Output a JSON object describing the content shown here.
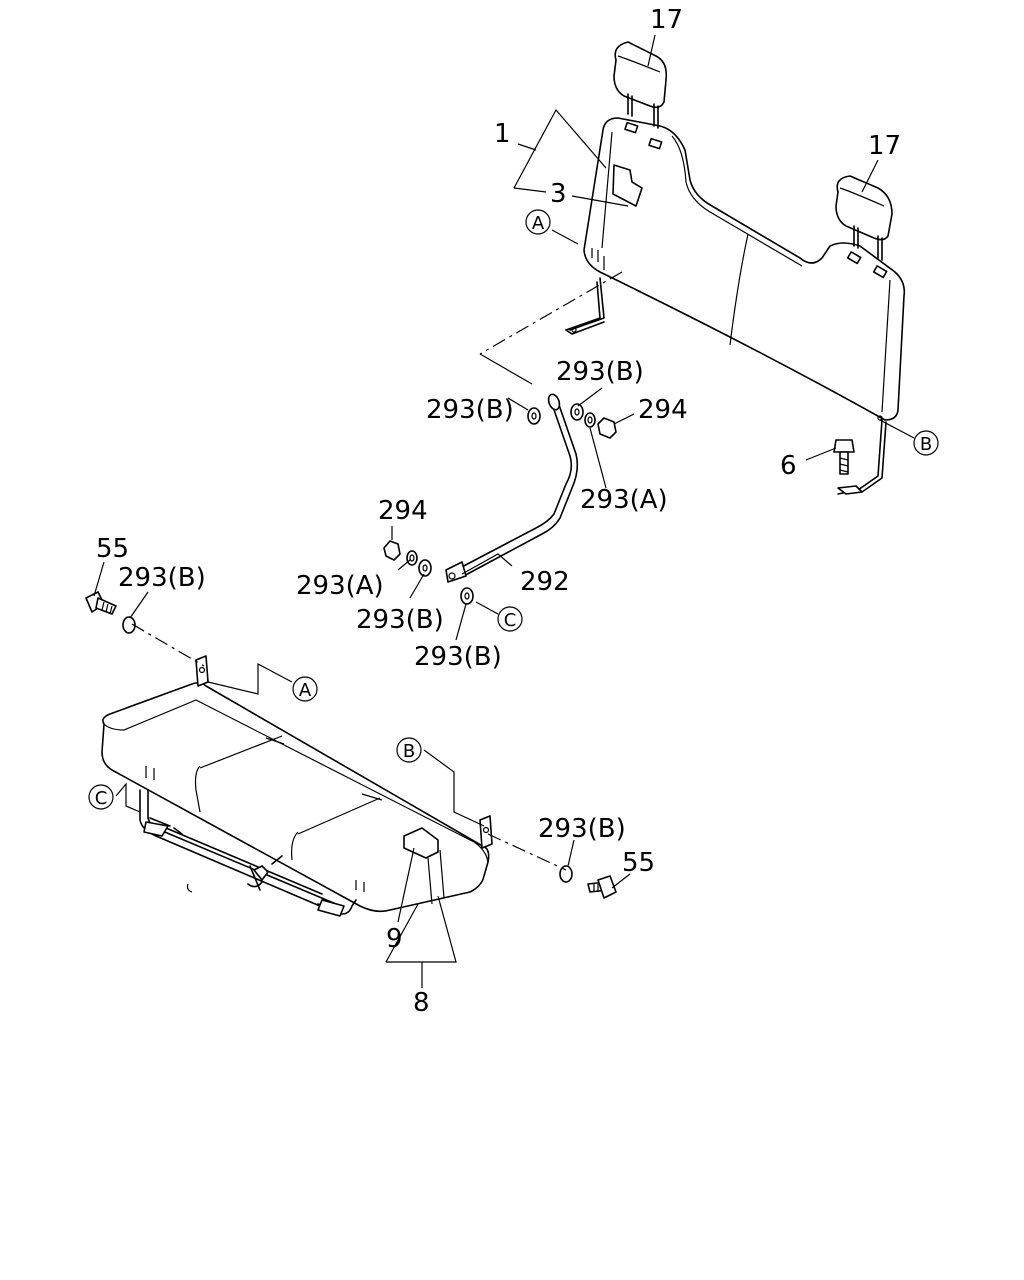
{
  "callouts": {
    "headrest_left": "17",
    "headrest_right": "17",
    "seat_back": "1",
    "seat_back_cover": "3",
    "bolt_back": "6",
    "washer_b_upper_left": "293(B)",
    "washer_b_upper_right": "293(B)",
    "nut_upper": "294",
    "washer_a_upper": "293(A)",
    "nut_lower": "294",
    "washer_a_lower": "293(A)",
    "washer_b_lower_mid": "293(B)",
    "washer_b_lower": "293(B)",
    "rod": "292",
    "bolt_left": "55",
    "washer_b_left": "293(B)",
    "washer_b_right": "293(B)",
    "bolt_right": "55",
    "cushion_cover": "9",
    "seat_cushion": "8"
  },
  "refs": {
    "a": "A",
    "b": "B",
    "c": "C"
  }
}
